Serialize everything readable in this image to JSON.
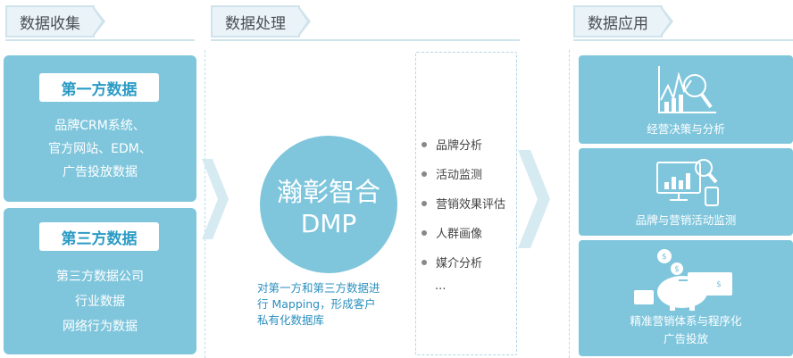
{
  "headers": {
    "collect": "数据收集",
    "process": "数据处理",
    "apply": "数据应用"
  },
  "first_party": {
    "title": "第一方数据",
    "lines": [
      "品牌CRM系统、",
      "官方网站、EDM、",
      "广告投放数据"
    ]
  },
  "third_party": {
    "title": "第三方数据",
    "lines": [
      "第三方数据公司",
      "行业数据",
      "网络行为数据"
    ]
  },
  "dmp": {
    "name": "瀚彰智合",
    "sub": "DMP"
  },
  "dmp_desc": {
    "lines": [
      "对第一方和第三方数据进",
      "行 Mapping，形成客户",
      "私有化数据库"
    ]
  },
  "features": [
    "品牌分析",
    "活动监测",
    "营销效果评估",
    "人群画像",
    "媒介分析",
    "..."
  ],
  "applications": [
    {
      "label": "经营决策与分析",
      "icon": "chart-analysis-icon"
    },
    {
      "label": "品牌与营销活动监测",
      "icon": "monitor-magnifier-icon"
    },
    {
      "label_lines": [
        "精准营销体系与程序化",
        "广告投放"
      ],
      "icon": "piggy-bank-coins-icon"
    }
  ],
  "colors": {
    "card": "#7fc6dd",
    "tab_bg": "#eaf3f7",
    "tab_border": "#cfe3ec",
    "pill_text": "#2b9bc4",
    "desc_text": "#2a8fbf"
  }
}
